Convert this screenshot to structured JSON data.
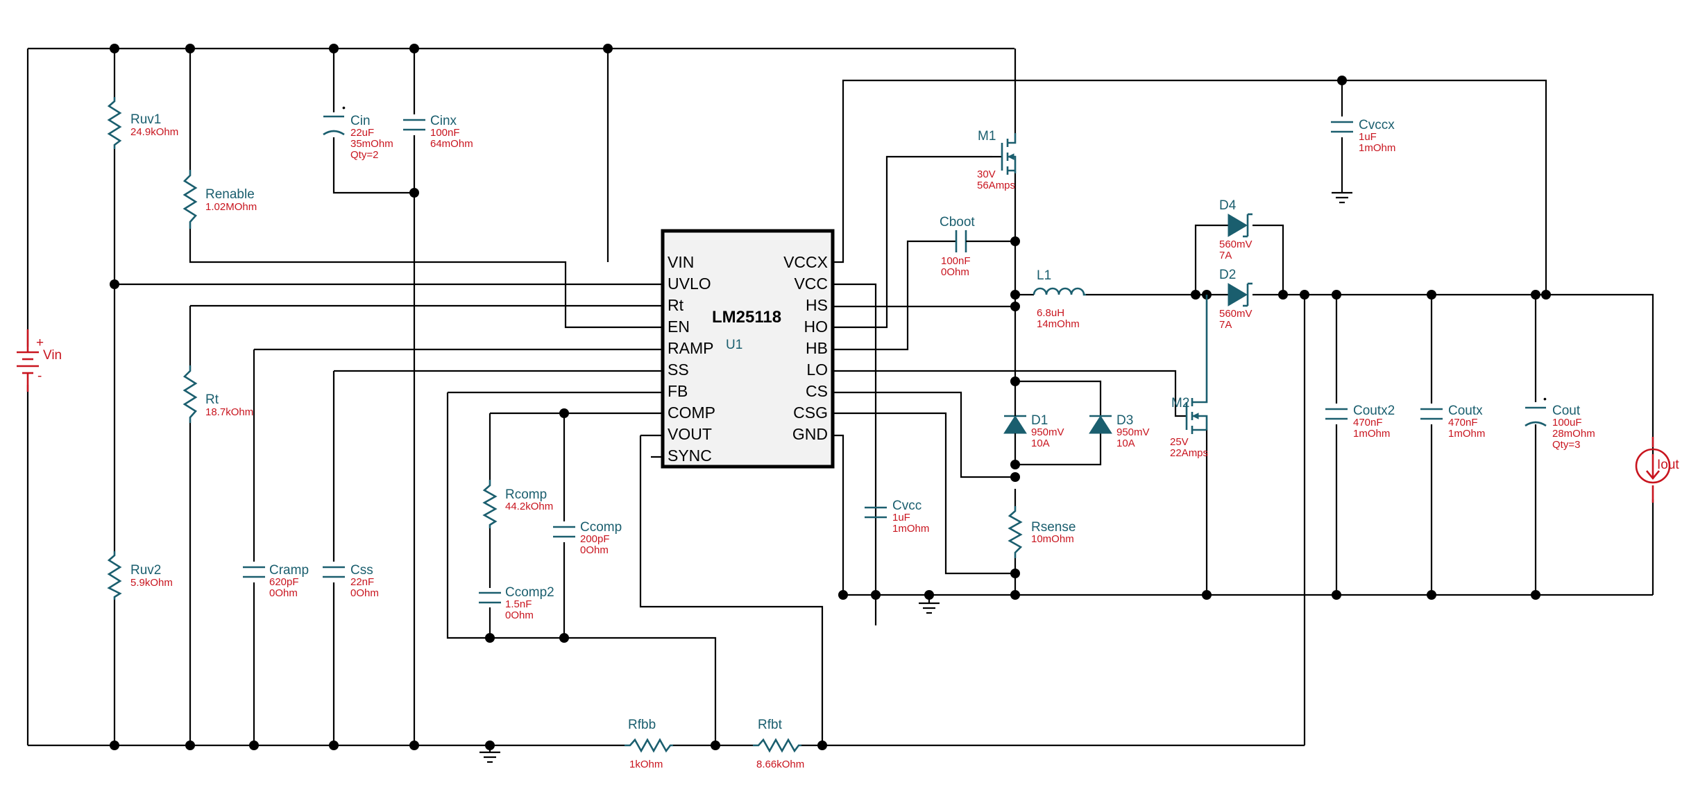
{
  "ic": {
    "part": "LM25118",
    "ref": "U1",
    "pins_left": [
      "VIN",
      "UVLO",
      "Rt",
      "EN",
      "RAMP",
      "SS",
      "FB",
      "COMP",
      "VOUT",
      "SYNC"
    ],
    "pins_right": [
      "VCCX",
      "VCC",
      "HS",
      "HO",
      "HB",
      "LO",
      "CS",
      "CSG",
      "GND"
    ]
  },
  "source": {
    "name": "Vin",
    "plus": "+",
    "minus": "-"
  },
  "load": {
    "name": "Iout"
  },
  "components": {
    "ruv1": {
      "name": "Ruv1",
      "values": [
        "24.9kOhm"
      ]
    },
    "ruv2": {
      "name": "Ruv2",
      "values": [
        "5.9kOhm"
      ]
    },
    "renable": {
      "name": "Renable",
      "values": [
        "1.02MOhm"
      ]
    },
    "rt": {
      "name": "Rt",
      "values": [
        "18.7kOhm"
      ]
    },
    "cin": {
      "name": "Cin",
      "values": [
        "22uF",
        "35mOhm",
        "Qty=2"
      ]
    },
    "cinx": {
      "name": "Cinx",
      "values": [
        "100nF",
        "64mOhm"
      ]
    },
    "cramp": {
      "name": "Cramp",
      "values": [
        "620pF",
        "0Ohm"
      ]
    },
    "css": {
      "name": "Css",
      "values": [
        "22nF",
        "0Ohm"
      ]
    },
    "rcomp": {
      "name": "Rcomp",
      "values": [
        "44.2kOhm"
      ]
    },
    "ccomp": {
      "name": "Ccomp",
      "values": [
        "200pF",
        "0Ohm"
      ]
    },
    "ccomp2": {
      "name": "Ccomp2",
      "values": [
        "1.5nF",
        "0Ohm"
      ]
    },
    "rfbb": {
      "name": "Rfbb",
      "values": [
        "1kOhm"
      ]
    },
    "rfbt": {
      "name": "Rfbt",
      "values": [
        "8.66kOhm"
      ]
    },
    "m1": {
      "name": "M1",
      "values": [
        "30V",
        "56Amps"
      ]
    },
    "cboot": {
      "name": "Cboot",
      "values": [
        "100nF",
        "0Ohm"
      ]
    },
    "l1": {
      "name": "L1",
      "values": [
        "6.8uH",
        "14mOhm"
      ]
    },
    "d1": {
      "name": "D1",
      "values": [
        "950mV",
        "10A"
      ]
    },
    "d3": {
      "name": "D3",
      "values": [
        "950mV",
        "10A"
      ]
    },
    "rsense": {
      "name": "Rsense",
      "values": [
        "10mOhm"
      ]
    },
    "cvcc": {
      "name": "Cvcc",
      "values": [
        "1uF",
        "1mOhm"
      ]
    },
    "m2": {
      "name": "M2",
      "values": [
        "25V",
        "22Amps"
      ]
    },
    "d4": {
      "name": "D4",
      "values": [
        "560mV",
        "7A"
      ]
    },
    "d2": {
      "name": "D2",
      "values": [
        "560mV",
        "7A"
      ]
    },
    "cvccx": {
      "name": "Cvccx",
      "values": [
        "1uF",
        "1mOhm"
      ]
    },
    "coutx2": {
      "name": "Coutx2",
      "values": [
        "470nF",
        "1mOhm"
      ]
    },
    "coutx": {
      "name": "Coutx",
      "values": [
        "470nF",
        "1mOhm"
      ]
    },
    "cout": {
      "name": "Cout",
      "values": [
        "100uF",
        "28mOhm",
        "Qty=3"
      ]
    }
  }
}
